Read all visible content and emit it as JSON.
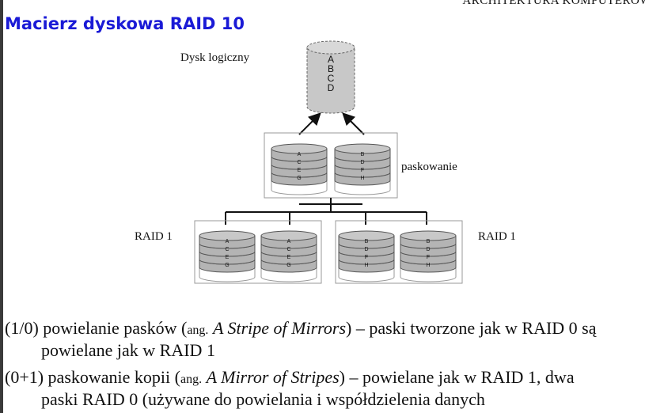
{
  "header": {
    "right_text": "ARCHITEKTURA KOMPUTERÓW"
  },
  "title": "Macierz dyskowa RAID 10",
  "diagram": {
    "logical_label": "Dysk logiczny",
    "logical_letters": [
      "A",
      "B",
      "C",
      "D"
    ],
    "striping_label": "paskowanie",
    "raid1_left_label": "RAID 1",
    "raid1_right_label": "RAID 1",
    "stripe_disks": [
      [
        "A",
        "C",
        "E",
        "G"
      ],
      [
        "B",
        "D",
        "F",
        "H"
      ]
    ],
    "mirror_disks": [
      [
        "A",
        "C",
        "E",
        "G"
      ],
      [
        "A",
        "C",
        "E",
        "G"
      ],
      [
        "B",
        "D",
        "F",
        "H"
      ],
      [
        "B",
        "D",
        "F",
        "H"
      ]
    ]
  },
  "items": [
    {
      "prefix": "(1/0) powielanie pasków (",
      "ang": "ang.",
      "italic": "A Stripe of Mirrors",
      "rest": ") – paski tworzone jak w RAID 0 są",
      "cont": "powielane jak w RAID 1"
    },
    {
      "prefix": "(0+1) paskowanie kopii (",
      "ang": "ang.",
      "italic": "A Mirror of Stripes",
      "rest": ") – powielane jak w RAID 1, dwa",
      "cont": "paski RAID 0 (używane do powielania i współdzielenia danych"
    }
  ]
}
